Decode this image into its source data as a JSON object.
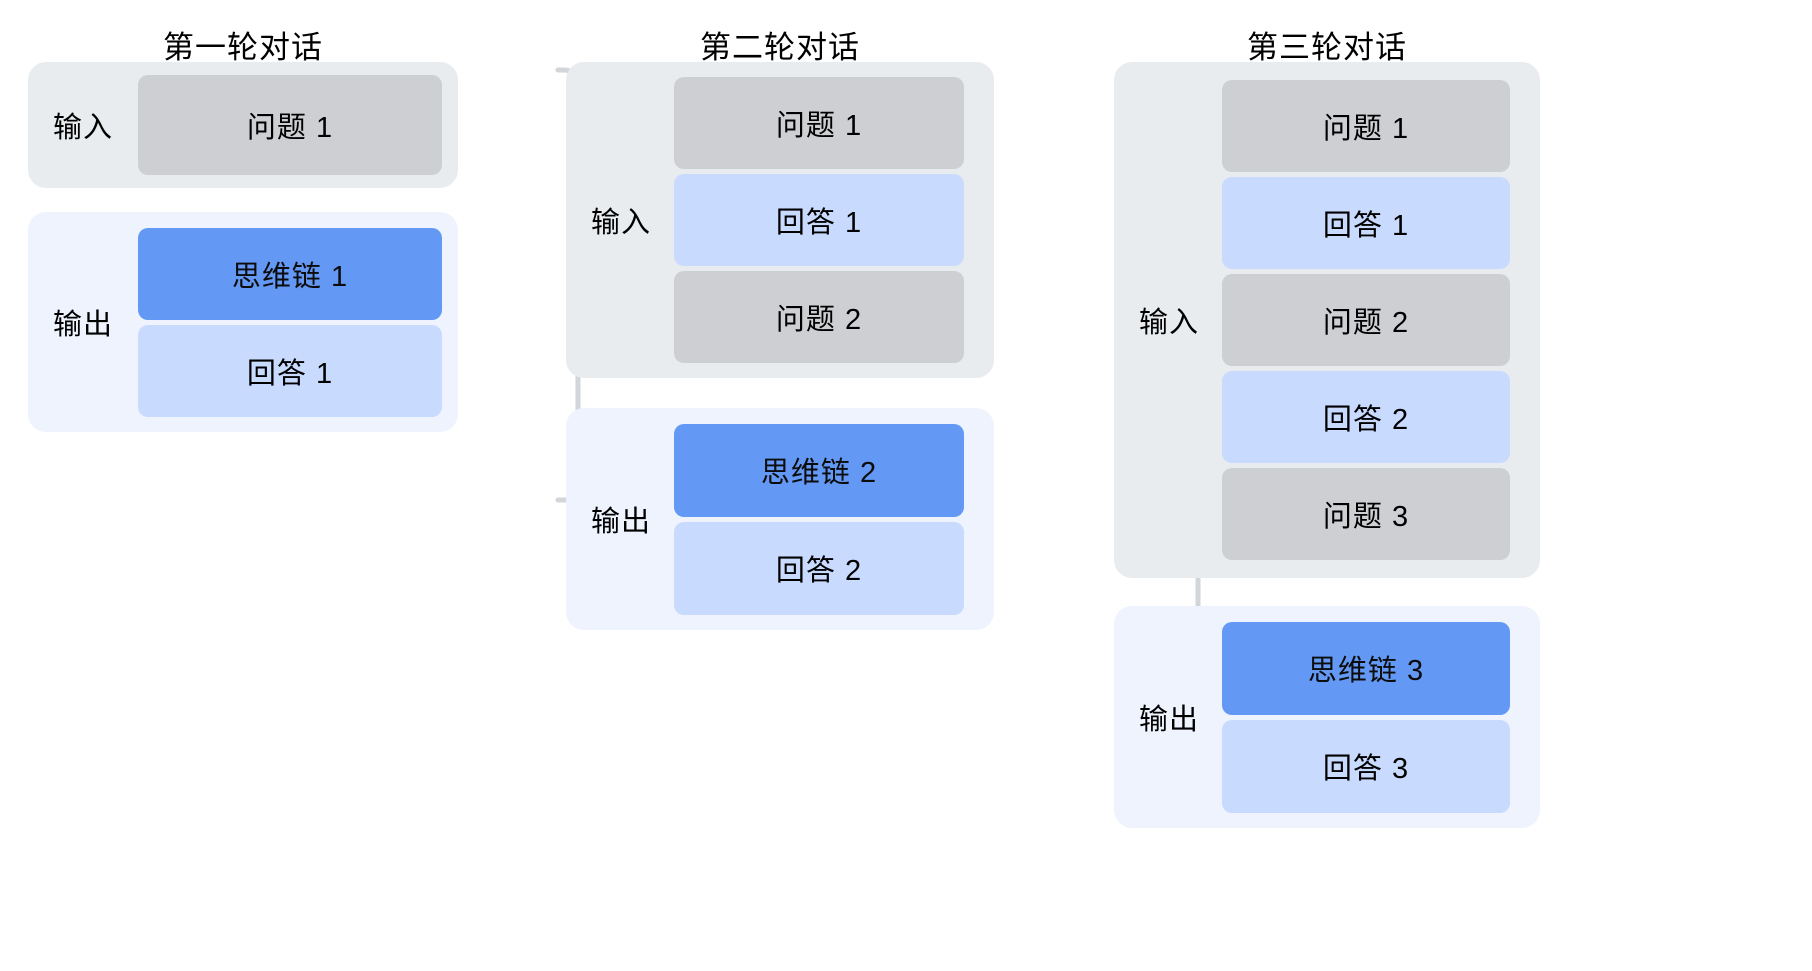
{
  "diagram": {
    "type": "multi-turn-dialogue-flow",
    "background": "#ffffff",
    "colors": {
      "panel_input_bg": "#e9ecef",
      "panel_output_bg": "#eef3fe",
      "chip_question_bg": "#cdcfd2",
      "chip_answer_bg": "#c9daff",
      "chip_cot_bg": "#6399f5",
      "connector_stroke": "#d2d5d9",
      "text": "#000000"
    },
    "columns": [
      {
        "id": "turn-1",
        "title": "第一轮对话",
        "groups": [
          {
            "id": "turn-1-input",
            "label": "输入",
            "kind": "input",
            "items": [
              {
                "text": "问题 1",
                "kind": "question"
              }
            ]
          },
          {
            "id": "turn-1-output",
            "label": "输出",
            "kind": "output",
            "items": [
              {
                "text": "思维链 1",
                "kind": "cot"
              },
              {
                "text": "回答 1",
                "kind": "answer"
              }
            ]
          }
        ]
      },
      {
        "id": "turn-2",
        "title": "第二轮对话",
        "groups": [
          {
            "id": "turn-2-input",
            "label": "输入",
            "kind": "input",
            "items": [
              {
                "text": "问题 1",
                "kind": "question"
              },
              {
                "text": "回答 1",
                "kind": "answer"
              },
              {
                "text": "问题 2",
                "kind": "question"
              }
            ]
          },
          {
            "id": "turn-2-output",
            "label": "输出",
            "kind": "output",
            "items": [
              {
                "text": "思维链 2",
                "kind": "cot"
              },
              {
                "text": "回答 2",
                "kind": "answer"
              }
            ]
          }
        ]
      },
      {
        "id": "turn-3",
        "title": "第三轮对话",
        "groups": [
          {
            "id": "turn-3-input",
            "label": "输入",
            "kind": "input",
            "items": [
              {
                "text": "问题 1",
                "kind": "question"
              },
              {
                "text": "回答 1",
                "kind": "answer"
              },
              {
                "text": "问题 2",
                "kind": "question"
              },
              {
                "text": "回答 2",
                "kind": "answer"
              },
              {
                "text": "问题 3",
                "kind": "question"
              }
            ]
          },
          {
            "id": "turn-3-output",
            "label": "输出",
            "kind": "output",
            "items": [
              {
                "text": "思维链 3",
                "kind": "cot"
              },
              {
                "text": "回答 3",
                "kind": "answer"
              }
            ]
          }
        ]
      }
    ],
    "connectors": [
      {
        "id": "connector-turn1-to-turn2",
        "from": "turn-1",
        "to": "turn-2",
        "icon": "arrow-right-icon"
      },
      {
        "id": "connector-turn2-to-turn3",
        "from": "turn-2",
        "to": "turn-3",
        "icon": "arrow-right-icon"
      }
    ]
  }
}
